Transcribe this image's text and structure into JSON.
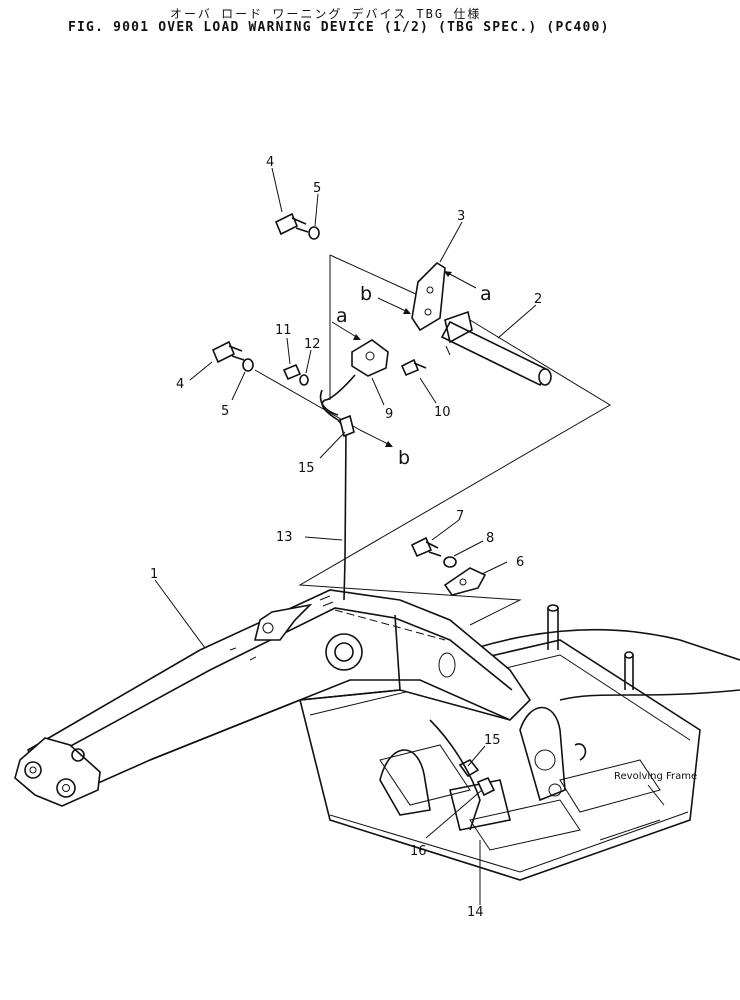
{
  "title": {
    "japanese": "オーバ ロード ワーニング デバイス    TBG 仕様",
    "english": "FIG. 9001  OVER LOAD WARNING DEVICE (1/2) (TBG SPEC.) (PC400)"
  },
  "callouts": {
    "c1": "1",
    "c2": "2",
    "c3": "3",
    "c4a": "4",
    "c4b": "4",
    "c5a": "5",
    "c5b": "5",
    "c6": "6",
    "c7": "7",
    "c8": "8",
    "c9": "9",
    "c10": "10",
    "c11": "11",
    "c12": "12",
    "c13": "13",
    "c14": "14",
    "c15a": "15",
    "c15b": "15",
    "c16": "16"
  },
  "view_markers": {
    "a1": "a",
    "a2": "a",
    "b1": "b",
    "b2": "b"
  },
  "annotation": {
    "revolving_frame": "Revolving Frame"
  }
}
